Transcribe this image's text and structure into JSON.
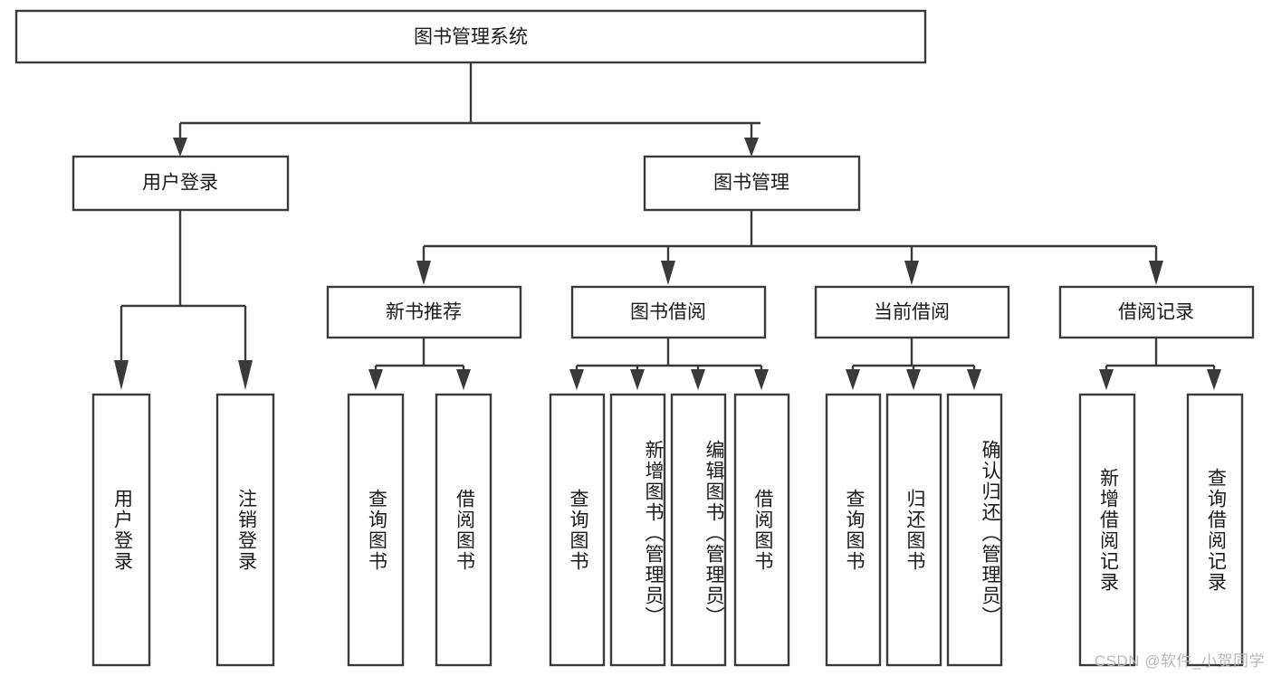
{
  "diagram": {
    "type": "tree-hierarchy",
    "title": "图书管理系统",
    "watermark": "CSDN @软件_小贺同学",
    "colors": {
      "stroke": "#3a3a3a",
      "box_fill": "#ffffff",
      "text": "#1a1a1a",
      "background": "#ffffff",
      "watermark": "#b9b9b9"
    },
    "root": {
      "label": "图书管理系统"
    },
    "level2": [
      {
        "label": "用户登录"
      },
      {
        "label": "图书管理"
      }
    ],
    "level3": [
      {
        "label": "新书推荐"
      },
      {
        "label": "图书借阅"
      },
      {
        "label": "当前借阅"
      },
      {
        "label": "借阅记录"
      }
    ],
    "leaves": {
      "user_login": [
        {
          "label": "用户登录"
        },
        {
          "label": "注销登录"
        }
      ],
      "new_book_recommend": [
        {
          "label": "查询图书"
        },
        {
          "label": "借阅图书"
        }
      ],
      "book_borrow": [
        {
          "label": "查询图书"
        },
        {
          "label": "新增图书（管理员）"
        },
        {
          "label": "编辑图书（管理员）"
        },
        {
          "label": "借阅图书"
        }
      ],
      "current_borrow": [
        {
          "label": "查询图书"
        },
        {
          "label": "归还图书"
        },
        {
          "label": "确认归还（管理员）"
        }
      ],
      "borrow_record": [
        {
          "label": "新增借阅记录"
        },
        {
          "label": "查询借阅记录"
        }
      ]
    }
  }
}
